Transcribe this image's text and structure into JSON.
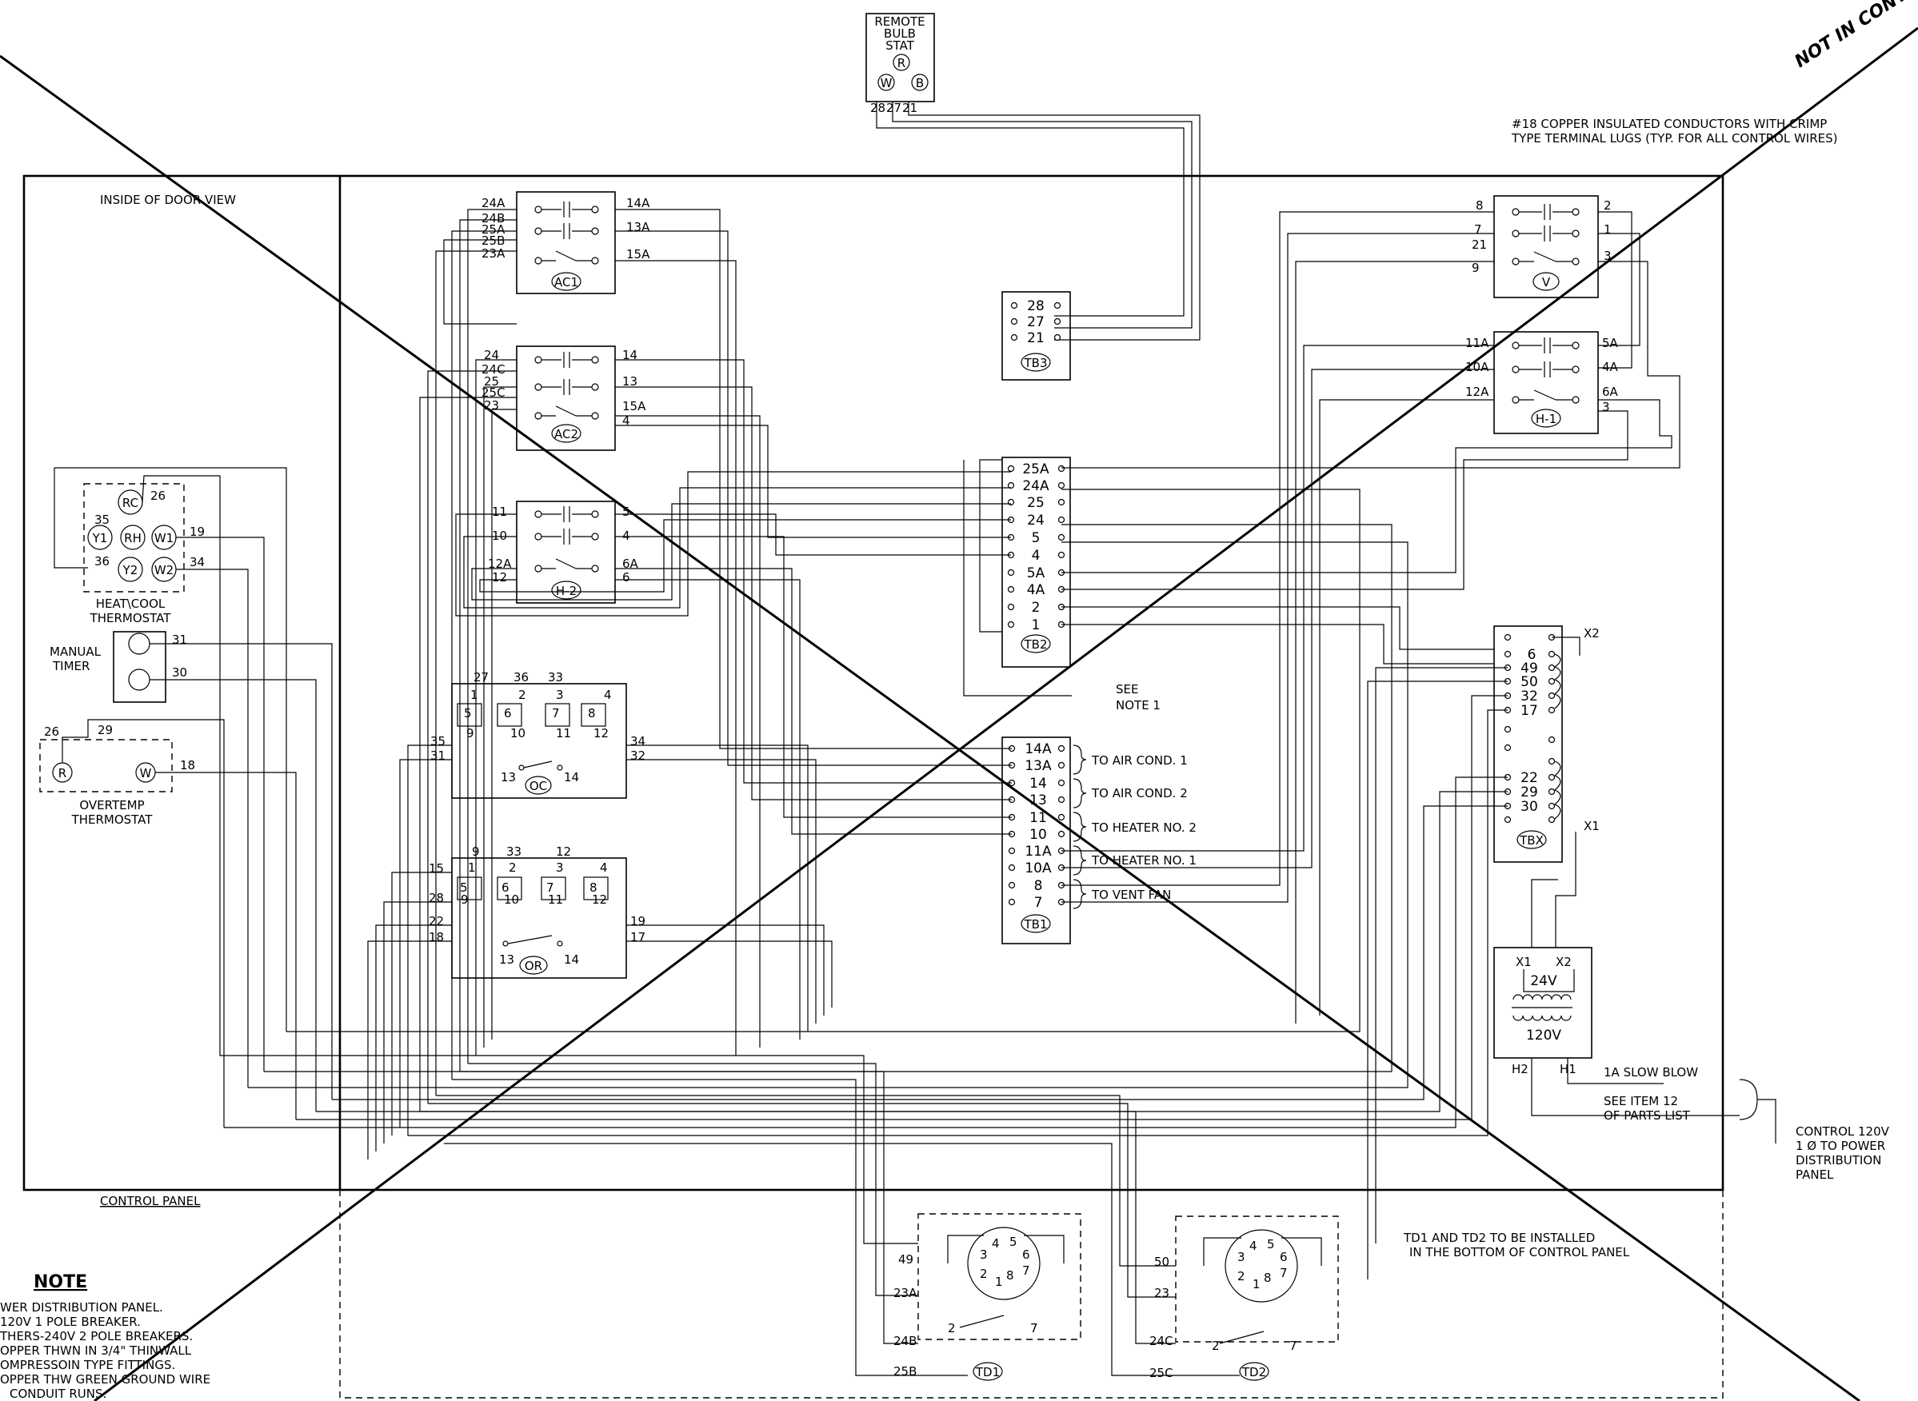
{
  "remote_stat": {
    "lines": [
      "REMOTE",
      "BULB",
      "STAT"
    ],
    "terminals": [
      "R",
      "W",
      "B"
    ],
    "wires": [
      "28",
      "27",
      "21"
    ]
  },
  "notes": {
    "wire_note_1": "#18 COPPER INSULATED CONDUCTORS WITH CRIMP",
    "wire_note_2": "TYPE TERMINAL LUGS (TYP. FOR ALL CONTROL WIRES)",
    "stamp": "NOT IN CONTRACT",
    "inside_door": "INSIDE OF DOOR VIEW",
    "control_panel": "CONTROL PANEL",
    "see_note_1": "SEE",
    "see_note_2": "NOTE 1",
    "td_install_1": "TD1 AND TD2 TO BE INSTALLED",
    "td_install_2": "IN THE BOTTOM OF CONTROL PANEL",
    "fuse": "1A SLOW BLOW",
    "see_item_1": "SEE ITEM 12",
    "see_item_2": "OF PARTS LIST",
    "control_1": "CONTROL 120V",
    "control_2": "1 Ø TO POWER",
    "control_3": "DISTRIBUTION",
    "control_4": "PANEL",
    "note_heading": "NOTE",
    "note_lines": [
      "WER DISTRIBUTION PANEL.",
      "120V 1 POLE BREAKER.",
      "THERS-240V 2 POLE BREAKERS.",
      "OPPER THWN IN 3/4\" THINWALL",
      "OMPRESSOIN TYPE FITTINGS.",
      "OPPER THW GREEN GROUND WIRE",
      "CONDUIT RUNS."
    ]
  },
  "thermostat": {
    "name_1": "HEAT\\COOL",
    "name_2": "THERMOSTAT",
    "terminals": [
      "RC",
      "Y1",
      "RH",
      "W1",
      "Y2",
      "W2"
    ],
    "wires": [
      "26",
      "35",
      "19",
      "36",
      "34"
    ]
  },
  "timer": {
    "name_1": "MANUAL",
    "name_2": "TIMER",
    "wires": [
      "31",
      "30"
    ]
  },
  "overtemp": {
    "name_1": "OVERTEMP",
    "name_2": "THERMOSTAT",
    "terminals": [
      "R",
      "W"
    ],
    "wires": [
      "26",
      "29",
      "18"
    ]
  },
  "contactors": [
    {
      "id": "AC1",
      "left": [
        "24A",
        "24B",
        "25A",
        "25B",
        "23A"
      ],
      "right": [
        "14A",
        "13A",
        "15A"
      ]
    },
    {
      "id": "AC2",
      "left": [
        "24",
        "24C",
        "25",
        "25C",
        "23"
      ],
      "right": [
        "14",
        "13",
        "15A",
        "4"
      ]
    },
    {
      "id": "H-2",
      "left": [
        "11",
        "10",
        "12A",
        "12"
      ],
      "right": [
        "5",
        "4",
        "6A",
        "6"
      ]
    },
    {
      "id": "V",
      "left": [
        "8",
        "7",
        "21",
        "9"
      ],
      "right": [
        "2",
        "1",
        "3"
      ]
    },
    {
      "id": "H-1",
      "left": [
        "11A",
        "10A",
        "12A"
      ],
      "right": [
        "5A",
        "4A",
        "6A",
        "3"
      ]
    }
  ],
  "relays": [
    {
      "id": "OC",
      "top": [
        "27",
        "36",
        "33"
      ],
      "pins_top": [
        "1",
        "2",
        "3",
        "4"
      ],
      "pins_mid": [
        "5",
        "6",
        "7",
        "8"
      ],
      "pins_low": [
        "9",
        "10",
        "11",
        "12"
      ],
      "left": [
        "35",
        "31"
      ],
      "right": [
        "34",
        "32"
      ],
      "bottom": [
        "13",
        "14"
      ]
    },
    {
      "id": "OR",
      "top": [
        "9",
        "33",
        "12"
      ],
      "pins_top": [
        "1",
        "2",
        "3",
        "4"
      ],
      "pins_mid": [
        "5",
        "6",
        "7",
        "8"
      ],
      "pins_low": [
        "9",
        "10",
        "11",
        "12"
      ],
      "left": [
        "15",
        "28",
        "22",
        "18"
      ],
      "right": [
        "19",
        "17"
      ],
      "bottom": [
        "13",
        "14"
      ]
    }
  ],
  "tb3": {
    "id": "TB3",
    "terminals": [
      "28",
      "27",
      "21"
    ]
  },
  "tb2": {
    "id": "TB2",
    "terminals": [
      "25A",
      "24A",
      "25",
      "24",
      "5",
      "4",
      "5A",
      "4A",
      "2",
      "1"
    ]
  },
  "tb1": {
    "id": "TB1",
    "terminals": [
      "14A",
      "13A",
      "14",
      "13",
      "11",
      "10",
      "11A",
      "10A",
      "8",
      "7"
    ],
    "groups": [
      "TO AIR COND. 1",
      "TO AIR COND. 2",
      "TO HEATER NO. 2",
      "TO HEATER NO. 1",
      "TO VENT FAN"
    ]
  },
  "tbx": {
    "id": "TBX",
    "terminals": [
      "6",
      "49",
      "50",
      "32",
      "17",
      "22",
      "29",
      "30"
    ],
    "jumpers": [
      "X2",
      "X1"
    ]
  },
  "transformer": {
    "sec": "24V",
    "pri": "120V",
    "taps": [
      "X1",
      "X2",
      "H2",
      "H1"
    ]
  },
  "timers": [
    {
      "id": "TD1",
      "wires": [
        "49",
        "23A",
        "24B",
        "25B"
      ],
      "pins": [
        "1",
        "2",
        "3",
        "4",
        "5",
        "6",
        "7",
        "8"
      ],
      "contacts": [
        "2",
        "7"
      ]
    },
    {
      "id": "TD2",
      "wires": [
        "50",
        "23",
        "24C",
        "25C"
      ],
      "pins": [
        "1",
        "2",
        "3",
        "4",
        "5",
        "6",
        "7",
        "8"
      ],
      "contacts": [
        "2",
        "7"
      ]
    }
  ]
}
